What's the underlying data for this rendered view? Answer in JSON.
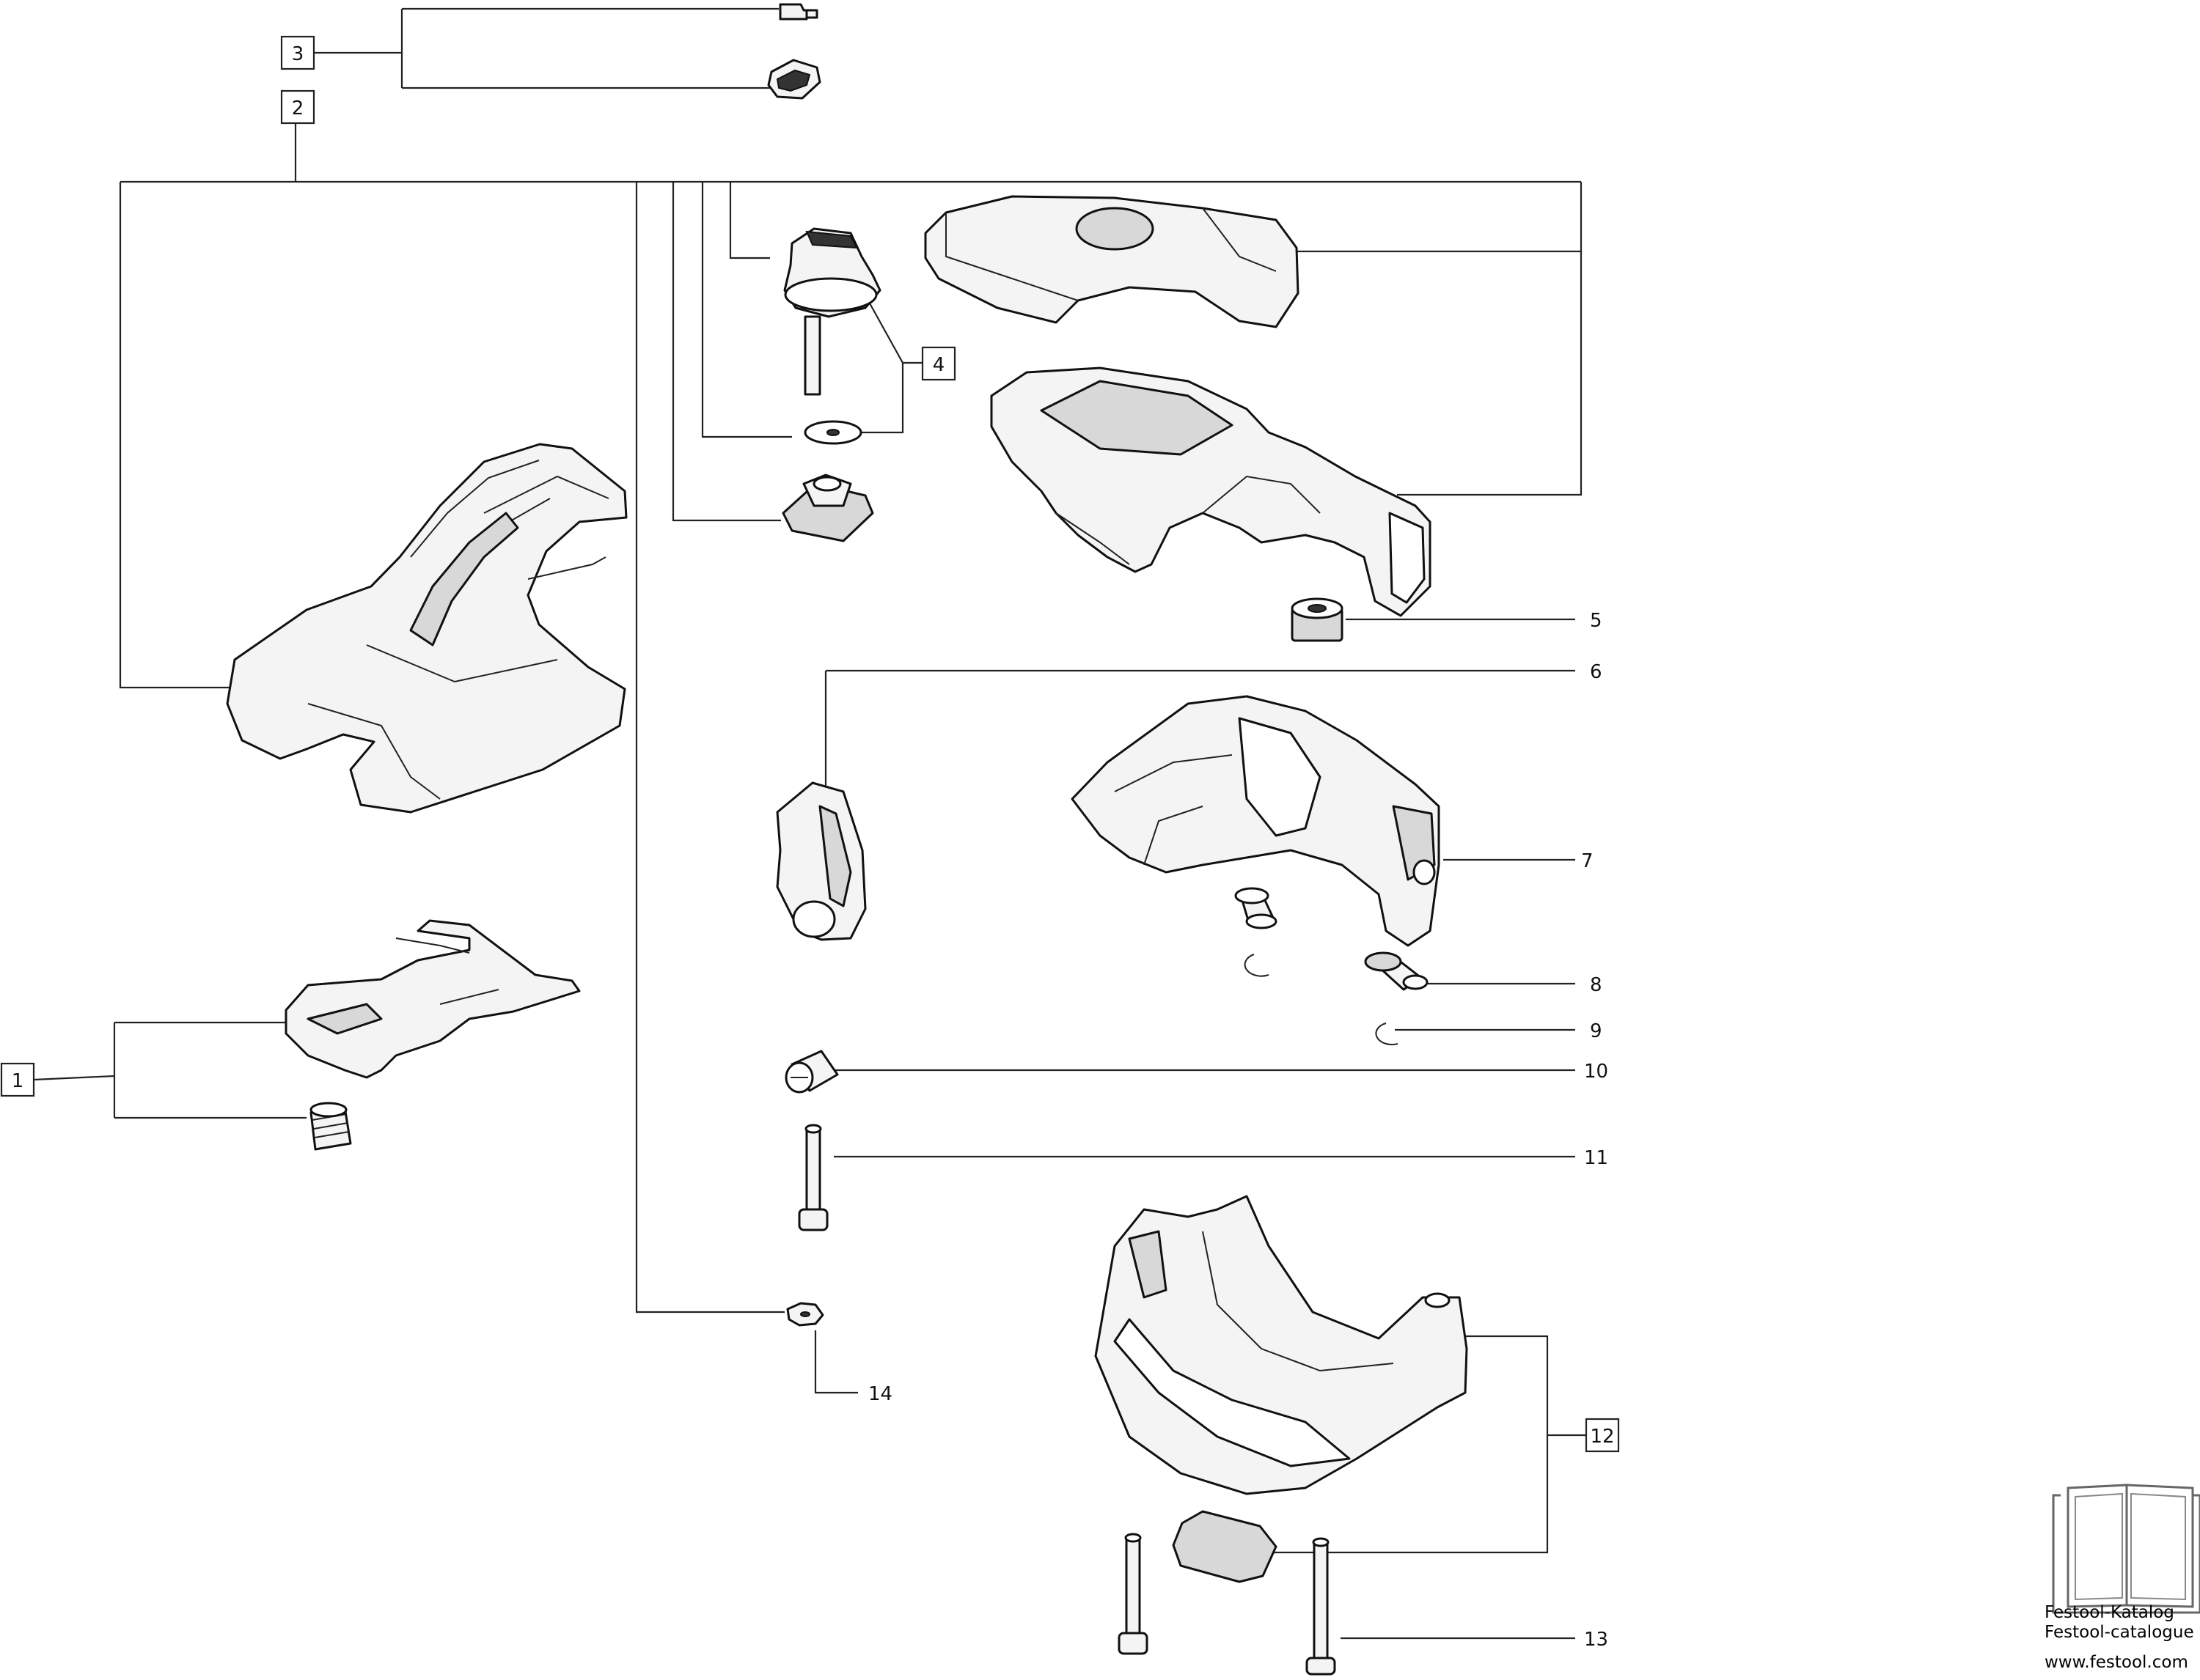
{
  "callouts": {
    "c1": "1",
    "c2": "2",
    "c3": "3",
    "c4": "4",
    "c5": "5",
    "c6": "6",
    "c7": "7",
    "c8": "8",
    "c9": "9",
    "c10": "10",
    "c11": "11",
    "c12": "12",
    "c13": "13",
    "c14": "14"
  },
  "footer": {
    "line1": "Festool-Katalog",
    "line2": "Festool-catalogue",
    "url": "www.festool.com"
  },
  "icons": {
    "catalog": "open-book-icon"
  }
}
